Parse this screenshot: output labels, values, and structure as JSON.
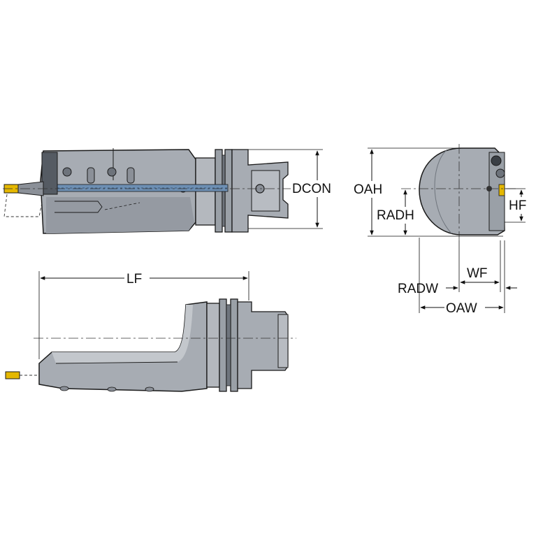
{
  "dimensions": {
    "dcon": "DCON",
    "oah": "OAH",
    "radh": "RADH",
    "hf": "HF",
    "lf": "LF",
    "wf": "WF",
    "radw": "RADW",
    "oaw": "OAW"
  },
  "colors": {
    "body": "#a7acb3",
    "body_dark": "#7d838b",
    "body_light": "#c3c7cc",
    "outline": "#1a1a1a",
    "coolant": "#6d8fb3",
    "insert": "#e5b800",
    "centerline": "#333333"
  }
}
